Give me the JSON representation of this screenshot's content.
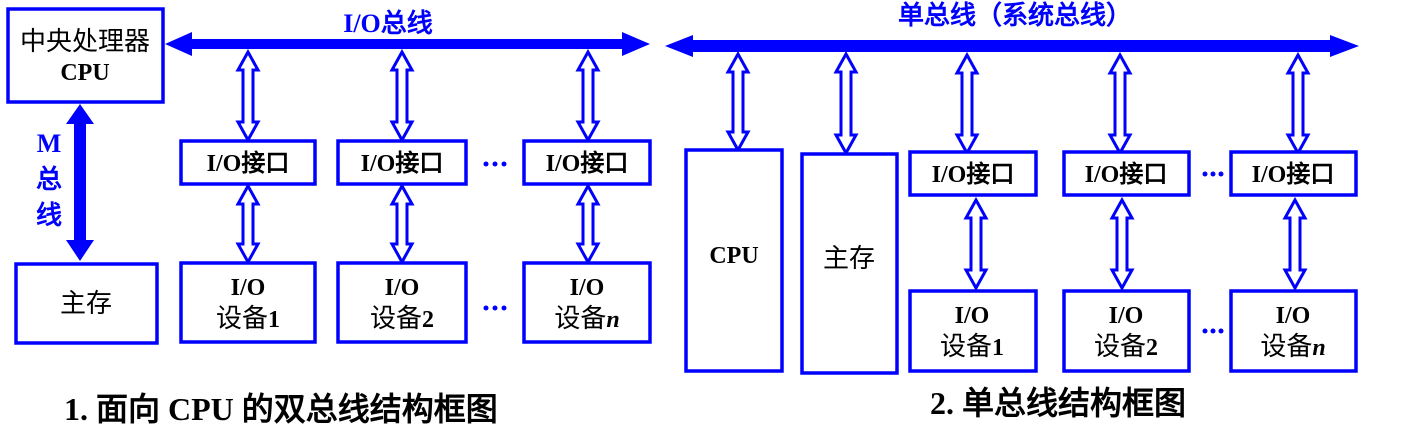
{
  "colors": {
    "accent": "#0000ff",
    "text": "#000000",
    "background": "#ffffff"
  },
  "diagram1": {
    "caption": "1. 面向 CPU 的双总线结构框图",
    "cpu_line1": "中央处理器",
    "cpu_line2": "CPU",
    "io_bus_label": "I/O总线",
    "m_bus_label": [
      "M",
      "总",
      "线"
    ],
    "memory_label": "主存",
    "interfaces": [
      "I/O接口",
      "I/O接口",
      "I/O接口"
    ],
    "devices": [
      {
        "line1": "I/O",
        "line2": "设备",
        "suffix": "1",
        "suffix_italic": false
      },
      {
        "line1": "I/O",
        "line2": "设备",
        "suffix": "2",
        "suffix_italic": false
      },
      {
        "line1": "I/O",
        "line2": "设备",
        "suffix": "n",
        "suffix_italic": true
      }
    ],
    "ellipsis": "…"
  },
  "diagram2": {
    "caption": "2. 单总线结构框图",
    "bus_label": "单总线（系统总线）",
    "cpu_label": "CPU",
    "memory_label": "主存",
    "interfaces": [
      "I/O接口",
      "I/O接口",
      "I/O接口"
    ],
    "devices": [
      {
        "line1": "I/O",
        "line2": "设备",
        "suffix": "1",
        "suffix_italic": false
      },
      {
        "line1": "I/O",
        "line2": "设备",
        "suffix": "2",
        "suffix_italic": false
      },
      {
        "line1": "I/O",
        "line2": "设备",
        "suffix": "n",
        "suffix_italic": true
      }
    ],
    "ellipsis": "…"
  }
}
